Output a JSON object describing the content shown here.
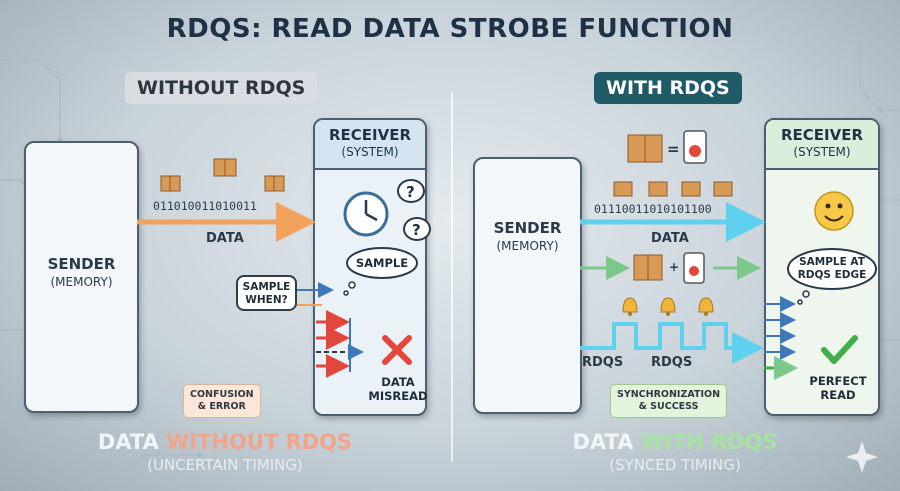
{
  "title": "RDQS: READ DATA STROBE FUNCTION",
  "left": {
    "heading": "WITHOUT RDQS",
    "sender": {
      "line1": "SENDER",
      "line2": "(MEMORY)"
    },
    "receiver": {
      "line1": "RECEIVER",
      "line2": "(SYSTEM)"
    },
    "bits": "011010011010011",
    "data_label": "DATA",
    "sample_bubble": "SAMPLE",
    "sample_when": [
      "SAMPLE",
      "WHEN?"
    ],
    "result": [
      "DATA",
      "MISREAD"
    ],
    "tag": [
      "CONFUSION",
      "& ERROR"
    ],
    "caption_prefix": "DATA ",
    "caption_accent": "WITHOUT RDQS",
    "caption_sub": "(UNCERTAIN TIMING)"
  },
  "right": {
    "heading": "WITH RDQS",
    "sender": {
      "line1": "SENDER",
      "line2": "(MEMORY)"
    },
    "receiver": {
      "line1": "RECEIVER",
      "line2": "(SYSTEM)"
    },
    "equals": "=",
    "plus": "+",
    "bits": "01110011010101100",
    "data_label": "DATA",
    "rdqs_label_1": "RDQS",
    "rdqs_label_2": "RDQS",
    "sample_bubble": [
      "SAMPLE AT",
      "RDQS EDGE"
    ],
    "result": [
      "PERFECT",
      "READ"
    ],
    "tag": [
      "SYNCHRONIZATION",
      "& SUCCESS"
    ],
    "caption_prefix": "DATA ",
    "caption_accent": "WITH RDQS",
    "caption_sub": "(SYNCED TIMING)"
  },
  "colors": {
    "data_arrow_left": "#f2a25c",
    "data_arrow_right": "#5fd0ee",
    "error_red": "#e3473c",
    "success_green": "#3fae4a",
    "box_color": "#d99a55"
  },
  "icons": [
    "box-icon",
    "clock-icon",
    "question-icon",
    "cross-icon",
    "button-icon",
    "bell-icon",
    "smiley-icon",
    "check-icon",
    "sparkle-icon"
  ]
}
